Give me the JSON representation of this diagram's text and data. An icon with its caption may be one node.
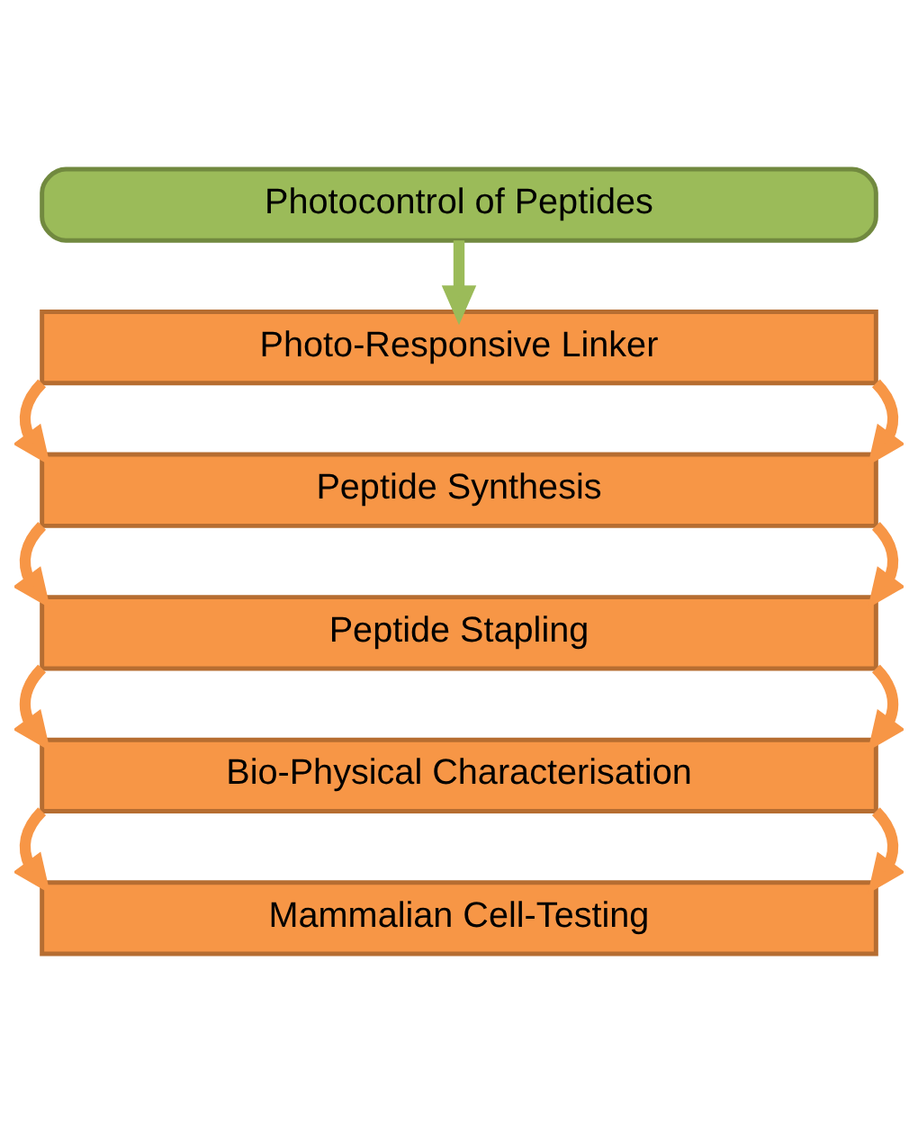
{
  "diagram": {
    "nodes": [
      {
        "text": [
          "Photocontrol of Peptides"
        ]
      },
      {
        "text": [
          "Photo-Responsive Linker"
        ]
      },
      {
        "text": [
          "Peptide Synthesis"
        ]
      },
      {
        "text": [
          "Peptide Stapling"
        ]
      },
      {
        "text": [
          "Bio-Physical Characterisation"
        ]
      },
      {
        "text": [
          "Mammalian Cell-Testing"
        ]
      }
    ],
    "edges": [
      {
        "from": 0,
        "to": 1,
        "arrow": "to",
        "color": "#9bbb59"
      },
      {
        "from": 1,
        "to": 2,
        "arrow": "to"
      },
      {
        "from": 1,
        "to": 2,
        "arrow": "to"
      },
      {
        "from": 2,
        "to": 3,
        "arrow": "to"
      },
      {
        "from": 2,
        "to": 3,
        "arrow": "to"
      },
      {
        "from": 3,
        "to": 4,
        "arrow": "to"
      },
      {
        "from": 3,
        "to": 4,
        "arrow": "to"
      },
      {
        "from": 4,
        "to": 5,
        "arrow": "to"
      },
      {
        "from": 4,
        "to": 5,
        "arrow": "to"
      }
    ]
  }
}
